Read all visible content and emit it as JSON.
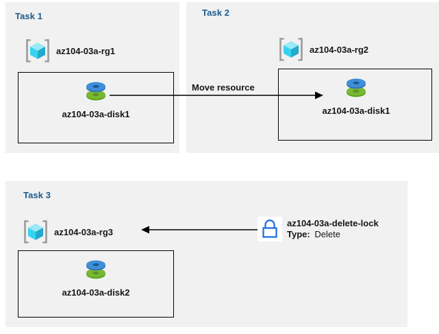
{
  "diagram": {
    "title": "Azure resource group tasks diagram",
    "colors": {
      "panel_background": "#f1f1f1",
      "page_background": "#ffffff",
      "task_title": "#1a5c8e",
      "label_text": "#161616",
      "connector": "#000000",
      "lock_blue": "#1f6fe0",
      "disk_blue": "#3f8fd8",
      "disk_green": "#78b833",
      "cube_cyan_light": "#9be8f7",
      "cube_cyan_mid": "#36d3ef",
      "cube_cyan_dark": "#22aacd",
      "bracket_gray": "#9b9b9b"
    }
  },
  "panels": [
    {
      "id": "task1",
      "title": "Task 1",
      "resource_group": {
        "label": "az104-03a-rg1",
        "icon": "resource-group-cube-icon"
      },
      "resource": {
        "label": "az104-03a-disk1",
        "icon": "managed-disk-icon"
      }
    },
    {
      "id": "task2",
      "title": "Task 2",
      "resource_group": {
        "label": "az104-03a-rg2",
        "icon": "resource-group-cube-icon"
      },
      "resource": {
        "label": "az104-03a-disk1",
        "icon": "managed-disk-icon"
      }
    },
    {
      "id": "task3",
      "title": "Task 3",
      "resource_group": {
        "label": "az104-03a-rg3",
        "icon": "resource-group-cube-icon"
      },
      "resource": {
        "label": "az104-03a-disk2",
        "icon": "managed-disk-icon"
      }
    }
  ],
  "connectors": [
    {
      "id": "move-resource",
      "label": "Move resource",
      "from": "az104-03a-disk1 (Task 1)",
      "to": "az104-03a-disk1 (Task 2)",
      "direction": "right"
    },
    {
      "id": "delete-lock-applies-to-rg3",
      "label": "",
      "from": "az104-03a-delete-lock",
      "to": "az104-03a-rg3",
      "direction": "left"
    }
  ],
  "lock": {
    "icon": "padlock-icon",
    "name": "az104-03a-delete-lock",
    "type_key": "Type:",
    "type_value": "Delete"
  }
}
